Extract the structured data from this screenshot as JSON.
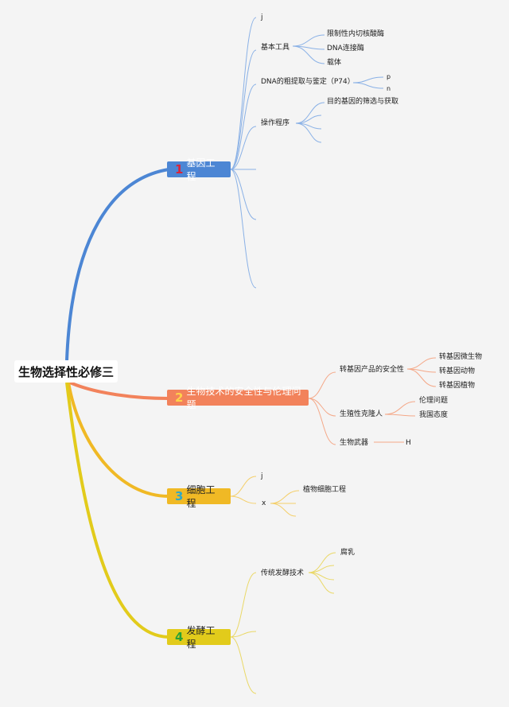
{
  "root": {
    "label": "生物选择性必修三"
  },
  "topics": [
    {
      "num": "1",
      "label": "基因工程",
      "color": "#4c86d4"
    },
    {
      "num": "2",
      "label": "生物技术的安全性与伦理问题",
      "color": "#f2825b"
    },
    {
      "num": "3",
      "label": "细胞工程",
      "color": "#f0b925"
    },
    {
      "num": "4",
      "label": "发酵工程",
      "color": "#e2cb1b"
    }
  ],
  "t1": {
    "j": "j",
    "basic_tools": "基本工具",
    "restriction": "限制性内切核酸酶",
    "ligase": "DNA连接酶",
    "vector": "载体",
    "dna_extract": "DNA的粗提取与鉴定（P74）",
    "p": "p",
    "n": "n",
    "procedure": "操作程序",
    "screening": "目的基因的筛选与获取"
  },
  "t2": {
    "gm_safety": "转基因产品的安全性",
    "microbe": "转基因微生物",
    "animal": "转基因动物",
    "plant": "转基因植物",
    "cloning": "生殖性克隆人",
    "ethics": "伦理问题",
    "attitude": "我国态度",
    "weapons": "生物武器",
    "h": "H"
  },
  "t3": {
    "j": "j",
    "x": "x",
    "plant_cell": "植物细胞工程"
  },
  "t4": {
    "traditional": "传统发酵技术",
    "tofu": "腐乳"
  }
}
